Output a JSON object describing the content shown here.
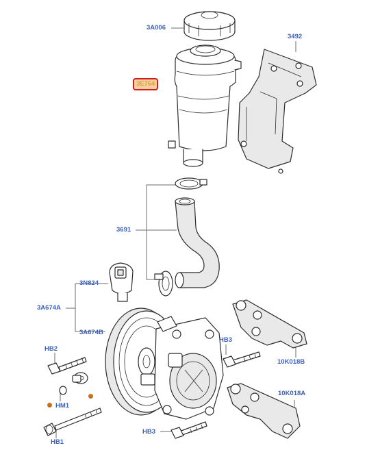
{
  "callouts": {
    "cap": "3A006",
    "reservoir": "3E764",
    "bracket_top": "3492",
    "hose": "3691",
    "switch": "3N824",
    "pump_group": "3A674A",
    "pump": "3A674B",
    "bolt_left": "HB2",
    "bolt_right": "HB3",
    "bracket_right_b": "10K018B",
    "nut_left": "HM1",
    "bracket_right_a": "10K018A",
    "bolt_bottom": "HB3",
    "bolt_bottom_left": "HB1"
  },
  "colors": {
    "callout_text": "#3a5fb8",
    "highlight_border": "#d21d1d",
    "highlight_fill": "#f4cfa0",
    "highlight_text": "#e0a238",
    "marker_dot": "#c8711a"
  },
  "highlighted": "reservoir"
}
